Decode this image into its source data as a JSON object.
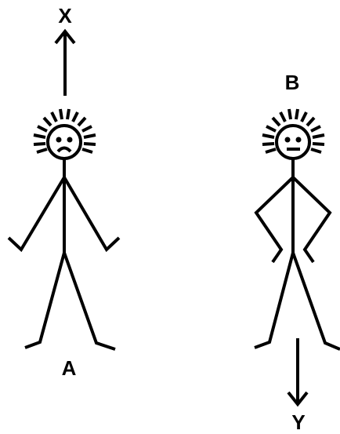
{
  "figures": [
    {
      "label": "A",
      "arrow_label": "X",
      "expression": "frown",
      "pose": "arms-down",
      "arrow_direction": "up"
    },
    {
      "label": "B",
      "arrow_label": "Y",
      "expression": "neutral",
      "pose": "hands-on-hips",
      "arrow_direction": "down"
    }
  ],
  "colors": {
    "ink": "#000000",
    "background": "#ffffff"
  }
}
